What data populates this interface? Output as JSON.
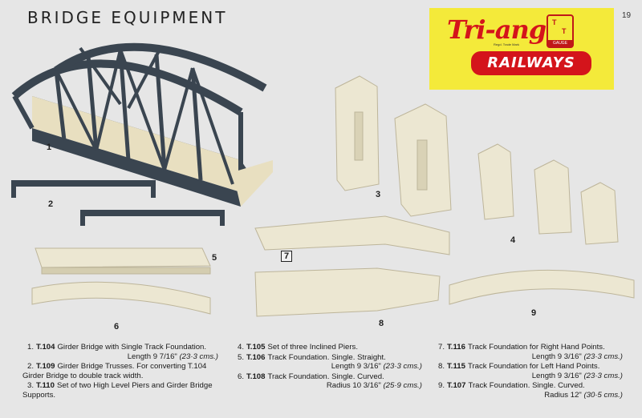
{
  "header": {
    "title": "BRIDGE EQUIPMENT",
    "page_number": "19"
  },
  "logo": {
    "brand": "Tri-ang",
    "registered": "Regd. Trade Mark",
    "gauge_top": "T",
    "gauge_bottom": "T",
    "gauge_label": "GAUGE",
    "banner": "RAILWAYS"
  },
  "figure_labels": {
    "l1": "1",
    "l2": "2",
    "l3": "3",
    "l4": "4",
    "l5": "5",
    "l6": "6",
    "l7": "7",
    "l8": "8",
    "l9": "9"
  },
  "colors": {
    "bridge": "#3a4550",
    "cream": "#ece7d2",
    "logo_yellow": "#f4ea3a",
    "logo_red": "#d4141b"
  },
  "legend": {
    "col1": [
      {
        "num": "1.",
        "code": "T.104",
        "text": "Girder Bridge with Single Track Foundation.",
        "length": "Length 9 7/16\"",
        "metric": "(23·3 cms.)"
      },
      {
        "num": "2.",
        "code": "T.109",
        "text": "Girder Bridge Trusses. For converting T.104 Girder Bridge to double track width.",
        "length": "",
        "metric": ""
      },
      {
        "num": "3.",
        "code": "T.110",
        "text": "Set of two High Level Piers and Girder Bridge Supports.",
        "length": "",
        "metric": ""
      }
    ],
    "col2": [
      {
        "num": "4.",
        "code": "T.105",
        "text": "Set of three Inclined Piers.",
        "length": "",
        "metric": ""
      },
      {
        "num": "5.",
        "code": "T.106",
        "text": "Track Foundation. Single. Straight.",
        "length": "Length 9 3/16\"",
        "metric": "(23·3 cms.)"
      },
      {
        "num": "6.",
        "code": "T.108",
        "text": "Track Foundation. Single. Curved.",
        "length": "Radius 10 3/16\"",
        "metric": "(25·9 cms.)"
      }
    ],
    "col3": [
      {
        "num": "7.",
        "code": "T.116",
        "text": "Track Foundation for Right Hand Points.",
        "length": "Length 9 3/16\"",
        "metric": "(23·3 cms.)"
      },
      {
        "num": "8.",
        "code": "T.115",
        "text": "Track Foundation for Left Hand Points.",
        "length": "Length 9 3/16\"",
        "metric": "(23·3 cms.)"
      },
      {
        "num": "9.",
        "code": "T.107",
        "text": "Track Foundation. Single. Curved.",
        "length": "Radius 12\"",
        "metric": "(30·5 cms.)"
      }
    ]
  }
}
